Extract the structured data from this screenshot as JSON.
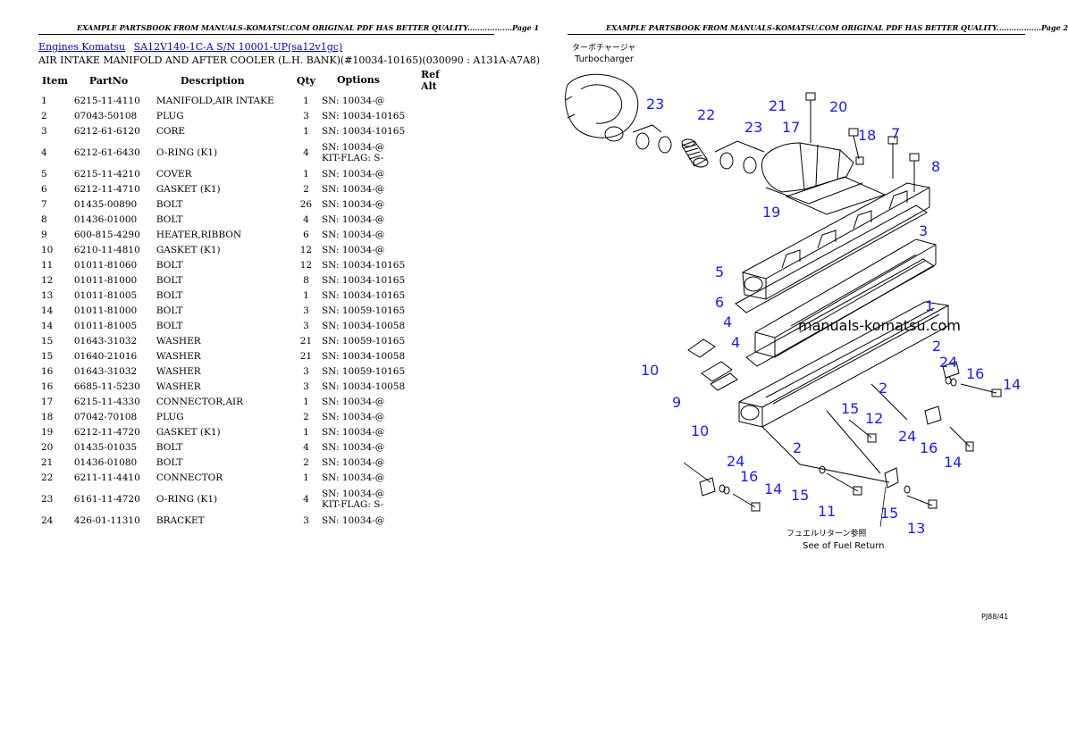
{
  "page1": {
    "header": "EXAMPLE PARTSBOOK FROM MANUALS-KOMATSU.COM ORIGINAL PDF HAS BETTER QUALITY..................Page 1",
    "breadcrumbs": [
      {
        "label": "Engines Komatsu"
      },
      {
        "label": "SA12V140-1C-A S/N 10001-UP(sa12v1gc)"
      }
    ],
    "title": "AIR INTAKE MANIFOLD AND AFTER COOLER (L.H. BANK)(#10034-10165)(030090 : A131A-A7A8)",
    "columns": {
      "item": "Item",
      "partno": "PartNo",
      "description": "Description",
      "qty": "Qty",
      "options": "Options",
      "ref": "Ref Alt"
    },
    "rows": [
      {
        "item": "1",
        "partno": "6215-11-4110",
        "desc": "MANIFOLD,AIR INTAKE",
        "qty": "1",
        "opt1": "SN: 10034-@",
        "opt2": ""
      },
      {
        "item": "2",
        "partno": "07043-50108",
        "desc": "PLUG",
        "qty": "3",
        "opt1": "SN: 10034-10165",
        "opt2": ""
      },
      {
        "item": "3",
        "partno": "6212-61-6120",
        "desc": "CORE",
        "qty": "1",
        "opt1": "SN: 10034-10165",
        "opt2": ""
      },
      {
        "item": "4",
        "partno": "6212-61-6430",
        "desc": "O-RING (K1)",
        "qty": "4",
        "opt1": "SN: 10034-@",
        "opt2": "KIT-FLAG: S-"
      },
      {
        "item": "5",
        "partno": "6215-11-4210",
        "desc": "COVER",
        "qty": "1",
        "opt1": "SN: 10034-@",
        "opt2": ""
      },
      {
        "item": "6",
        "partno": "6212-11-4710",
        "desc": "GASKET (K1)",
        "qty": "2",
        "opt1": "SN: 10034-@",
        "opt2": ""
      },
      {
        "item": "7",
        "partno": "01435-00890",
        "desc": "BOLT",
        "qty": "26",
        "opt1": "SN: 10034-@",
        "opt2": ""
      },
      {
        "item": "8",
        "partno": "01436-01000",
        "desc": "BOLT",
        "qty": "4",
        "opt1": "SN: 10034-@",
        "opt2": ""
      },
      {
        "item": "9",
        "partno": "600-815-4290",
        "desc": "HEATER,RIBBON",
        "qty": "6",
        "opt1": "SN: 10034-@",
        "opt2": ""
      },
      {
        "item": "10",
        "partno": "6210-11-4810",
        "desc": "GASKET (K1)",
        "qty": "12",
        "opt1": "SN: 10034-@",
        "opt2": ""
      },
      {
        "item": "11",
        "partno": "01011-81060",
        "desc": "BOLT",
        "qty": "12",
        "opt1": "SN: 10034-10165",
        "opt2": ""
      },
      {
        "item": "12",
        "partno": "01011-81000",
        "desc": "BOLT",
        "qty": "8",
        "opt1": "SN: 10034-10165",
        "opt2": ""
      },
      {
        "item": "13",
        "partno": "01011-81005",
        "desc": "BOLT",
        "qty": "1",
        "opt1": "SN: 10034-10165",
        "opt2": ""
      },
      {
        "item": "14",
        "partno": "01011-81000",
        "desc": "BOLT",
        "qty": "3",
        "opt1": "SN: 10059-10165",
        "opt2": ""
      },
      {
        "item": "14",
        "partno": "01011-81005",
        "desc": "BOLT",
        "qty": "3",
        "opt1": "SN: 10034-10058",
        "opt2": ""
      },
      {
        "item": "15",
        "partno": "01643-31032",
        "desc": "WASHER",
        "qty": "21",
        "opt1": "SN: 10059-10165",
        "opt2": ""
      },
      {
        "item": "15",
        "partno": "01640-21016",
        "desc": "WASHER",
        "qty": "21",
        "opt1": "SN: 10034-10058",
        "opt2": ""
      },
      {
        "item": "16",
        "partno": "01643-31032",
        "desc": "WASHER",
        "qty": "3",
        "opt1": "SN: 10059-10165",
        "opt2": ""
      },
      {
        "item": "16",
        "partno": "6685-11-5230",
        "desc": "WASHER",
        "qty": "3",
        "opt1": "SN: 10034-10058",
        "opt2": ""
      },
      {
        "item": "17",
        "partno": "6215-11-4330",
        "desc": "CONNECTOR,AIR",
        "qty": "1",
        "opt1": "SN: 10034-@",
        "opt2": ""
      },
      {
        "item": "18",
        "partno": "07042-70108",
        "desc": "PLUG",
        "qty": "2",
        "opt1": "SN: 10034-@",
        "opt2": ""
      },
      {
        "item": "19",
        "partno": "6212-11-4720",
        "desc": "GASKET (K1)",
        "qty": "1",
        "opt1": "SN: 10034-@",
        "opt2": ""
      },
      {
        "item": "20",
        "partno": "01435-01035",
        "desc": "BOLT",
        "qty": "4",
        "opt1": "SN: 10034-@",
        "opt2": ""
      },
      {
        "item": "21",
        "partno": "01436-01080",
        "desc": "BOLT",
        "qty": "2",
        "opt1": "SN: 10034-@",
        "opt2": ""
      },
      {
        "item": "22",
        "partno": "6211-11-4410",
        "desc": "CONNECTOR",
        "qty": "1",
        "opt1": "SN: 10034-@",
        "opt2": ""
      },
      {
        "item": "23",
        "partno": "6161-11-4720",
        "desc": "O-RING (K1)",
        "qty": "4",
        "opt1": "SN: 10034-@",
        "opt2": "KIT-FLAG: S-"
      },
      {
        "item": "24",
        "partno": "426-01-11310",
        "desc": "BRACKET",
        "qty": "3",
        "opt1": "SN: 10034-@",
        "opt2": ""
      }
    ]
  },
  "page2": {
    "header": "EXAMPLE PARTSBOOK FROM MANUALS-KOMATSU.COM ORIGINAL PDF HAS BETTER QUALITY..................Page 2",
    "jp_turbo": "ターボチャージャ",
    "turbo_label": "Turbocharger",
    "watermark": "manuals-komatsu.com",
    "jp_fuel": "フュエルリターン参照",
    "fuel_label": "See of Fuel Return",
    "code": "PJ88/41",
    "callout_color": "#1a1aff",
    "callouts": [
      "23",
      "22",
      "23",
      "21",
      "17",
      "20",
      "18",
      "7",
      "8",
      "19",
      "3",
      "5",
      "6",
      "4",
      "1",
      "4",
      "2",
      "10",
      "24",
      "16",
      "9",
      "14",
      "2",
      "15",
      "12",
      "10",
      "24",
      "16",
      "14",
      "2",
      "24",
      "16",
      "14",
      "15",
      "11",
      "15",
      "13"
    ]
  }
}
